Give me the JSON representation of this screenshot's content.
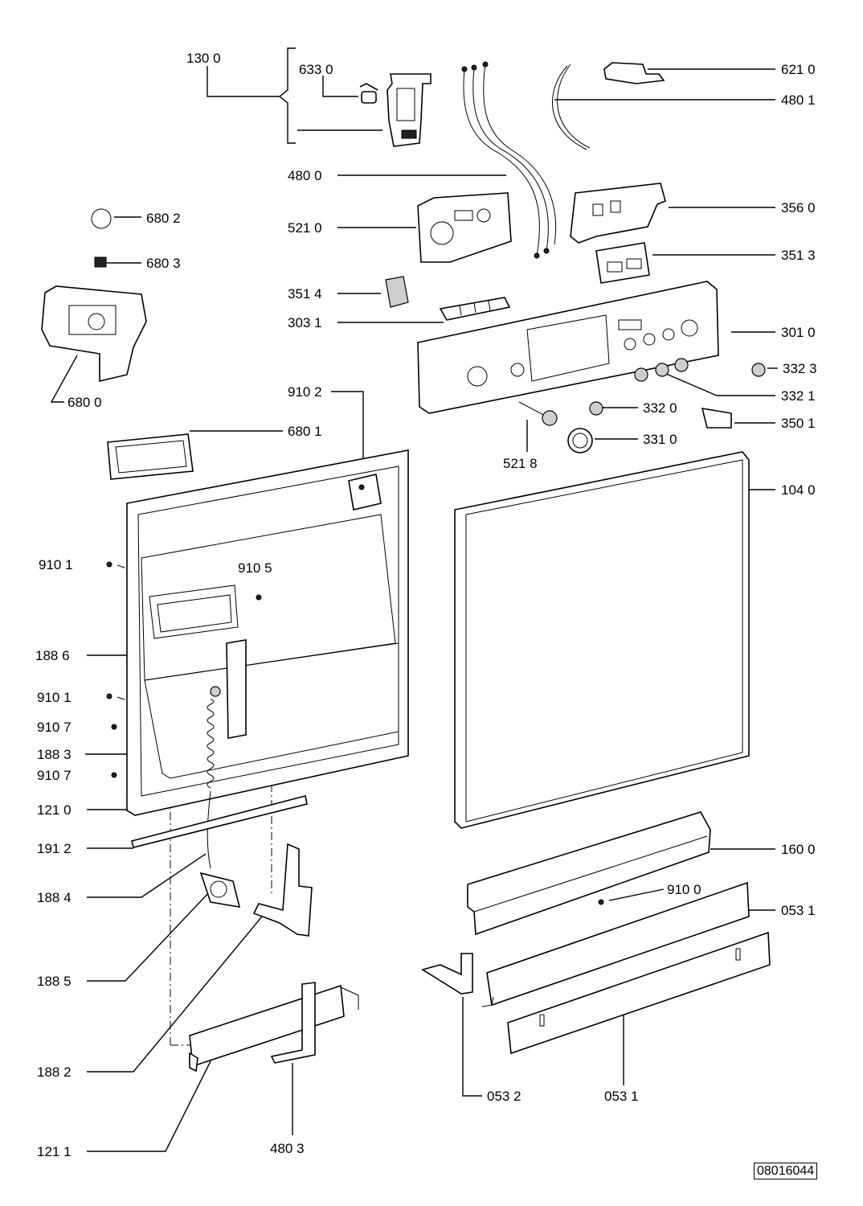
{
  "drawing_code": "08016044",
  "labels": {
    "l1300": "130 0",
    "l6330": "633 0",
    "l6210": "621 0",
    "l4801": "480 1",
    "l4800": "480 0",
    "l3560": "356 0",
    "l6802": "680 2",
    "l5210": "521 0",
    "l6803": "680 3",
    "l3513": "351 3",
    "l3514": "351 4",
    "l3031": "303 1",
    "l3010": "301 0",
    "l3323": "332 3",
    "l3321": "332 1",
    "l6800": "680 0",
    "l3320": "332 0",
    "l3501": "350 1",
    "l9102": "910 2",
    "l3310": "331 0",
    "l6801": "680 1",
    "l5218": "521 8",
    "l1040": "104 0",
    "l9101a": "910 1",
    "l9105": "910 5",
    "l1886": "188 6",
    "l9101b": "910 1",
    "l9107a": "910 7",
    "l1883": "188 3",
    "l9107b": "910 7",
    "l1210": "121 0",
    "l1912": "191 2",
    "l1600": "160 0",
    "l1884": "188 4",
    "l9100": "910 0",
    "l0531a": "053 1",
    "l1885": "188 5",
    "l1882": "188 2",
    "l0532": "053 2",
    "l0531b": "053 1",
    "l1211": "121 1",
    "l4803": "480 3"
  }
}
